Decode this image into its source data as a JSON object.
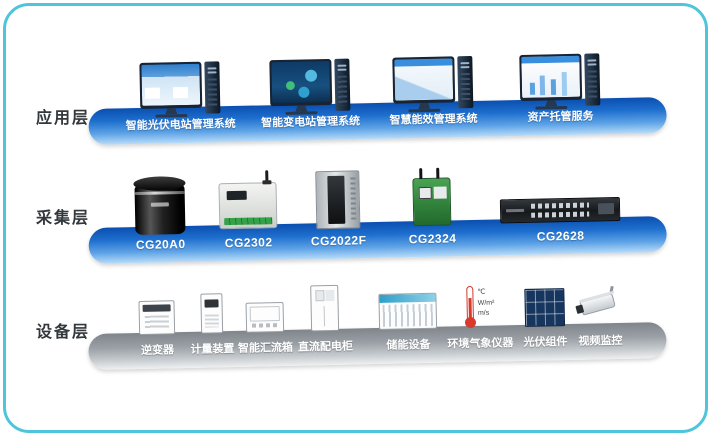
{
  "colors": {
    "frame_border": "#4ec5da",
    "band_blue_top": "#0a4fb0",
    "band_blue_bottom": "#b9dcf8",
    "band_gray_top": "#7f858a",
    "band_gray_bottom": "#eef0f1",
    "band_text": "#ffffff",
    "layer_label_text": "#33383d"
  },
  "layers": {
    "app": {
      "label": "应用层",
      "items": [
        {
          "label": "智能光伏电站管理系统"
        },
        {
          "label": "智能变电站管理系统"
        },
        {
          "label": "智慧能效管理系统"
        },
        {
          "label": "资产托管服务"
        }
      ]
    },
    "collect": {
      "label": "采集层",
      "items": [
        {
          "label": "CG20A0"
        },
        {
          "label": "CG2302"
        },
        {
          "label": "CG2022F"
        },
        {
          "label": "CG2324"
        },
        {
          "label": "CG2628"
        }
      ]
    },
    "device": {
      "label": "设备层",
      "items": [
        {
          "label": "逆变器"
        },
        {
          "label": "计量装置"
        },
        {
          "label": "智能汇流箱"
        },
        {
          "label": "直流配电柜"
        },
        {
          "label": "储能设备"
        },
        {
          "label": "环境气象仪器",
          "units": [
            "℃",
            "W/m²",
            "m/s"
          ]
        },
        {
          "label": "光伏组件"
        },
        {
          "label": "视频监控"
        }
      ]
    }
  }
}
